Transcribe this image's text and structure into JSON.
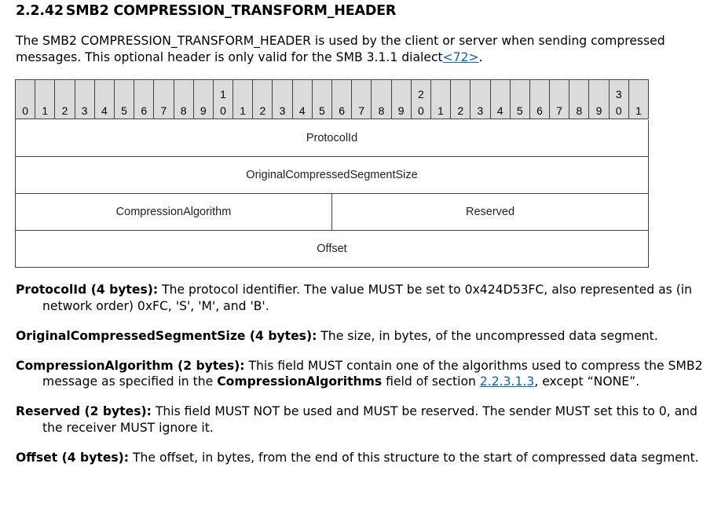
{
  "heading": {
    "number": "2.2.42",
    "title": "SMB2 COMPRESSION_TRANSFORM_HEADER"
  },
  "intro": {
    "text": "The SMB2 COMPRESSION_TRANSFORM_HEADER is used by the client or server when sending compressed messages. This optional header is only valid for the SMB 3.1.1 dialect",
    "link": "<72>",
    "end": "."
  },
  "bit_labels": [
    {
      "tens": "",
      "ones": "0"
    },
    {
      "tens": "",
      "ones": "1"
    },
    {
      "tens": "",
      "ones": "2"
    },
    {
      "tens": "",
      "ones": "3"
    },
    {
      "tens": "",
      "ones": "4"
    },
    {
      "tens": "",
      "ones": "5"
    },
    {
      "tens": "",
      "ones": "6"
    },
    {
      "tens": "",
      "ones": "7"
    },
    {
      "tens": "",
      "ones": "8"
    },
    {
      "tens": "",
      "ones": "9"
    },
    {
      "tens": "1",
      "ones": "0"
    },
    {
      "tens": "",
      "ones": "1"
    },
    {
      "tens": "",
      "ones": "2"
    },
    {
      "tens": "",
      "ones": "3"
    },
    {
      "tens": "",
      "ones": "4"
    },
    {
      "tens": "",
      "ones": "5"
    },
    {
      "tens": "",
      "ones": "6"
    },
    {
      "tens": "",
      "ones": "7"
    },
    {
      "tens": "",
      "ones": "8"
    },
    {
      "tens": "",
      "ones": "9"
    },
    {
      "tens": "2",
      "ones": "0"
    },
    {
      "tens": "",
      "ones": "1"
    },
    {
      "tens": "",
      "ones": "2"
    },
    {
      "tens": "",
      "ones": "3"
    },
    {
      "tens": "",
      "ones": "4"
    },
    {
      "tens": "",
      "ones": "5"
    },
    {
      "tens": "",
      "ones": "6"
    },
    {
      "tens": "",
      "ones": "7"
    },
    {
      "tens": "",
      "ones": "8"
    },
    {
      "tens": "",
      "ones": "9"
    },
    {
      "tens": "3",
      "ones": "0"
    },
    {
      "tens": "",
      "ones": "1"
    }
  ],
  "rows": [
    {
      "cells": [
        "ProtocolId"
      ]
    },
    {
      "cells": [
        "OriginalCompressedSegmentSize"
      ]
    },
    {
      "cells": [
        "CompressionAlgorithm",
        "Reserved"
      ]
    },
    {
      "cells": [
        "Offset"
      ]
    }
  ],
  "fields": [
    {
      "name": "ProtocolId (4 bytes):",
      "desc": " The protocol identifier. The value MUST be set to 0x424D53FC, also represented as (in network order) 0xFC, 'S', 'M', and 'B'."
    },
    {
      "name": "OriginalCompressedSegmentSize (4 bytes):",
      "desc": " The size, in bytes, of the uncompressed data segment."
    },
    {
      "name": "CompressionAlgorithm (2 bytes):",
      "desc_pre": " This field MUST contain one of the algorithms used to compress the SMB2 message as specified in the ",
      "desc_bold": "CompressionAlgorithms",
      "desc_mid": " field of section ",
      "desc_link": "2.2.3.1.3",
      "desc_post": ", except “NONE”."
    },
    {
      "name": "Reserved (2 bytes):",
      "desc": " This field MUST NOT be used and MUST be reserved. The sender MUST set this to 0, and the receiver MUST ignore it."
    },
    {
      "name": "Offset (4 bytes):",
      "desc": " The offset, in bytes, from the end of this structure to the start of compressed data segment."
    }
  ]
}
